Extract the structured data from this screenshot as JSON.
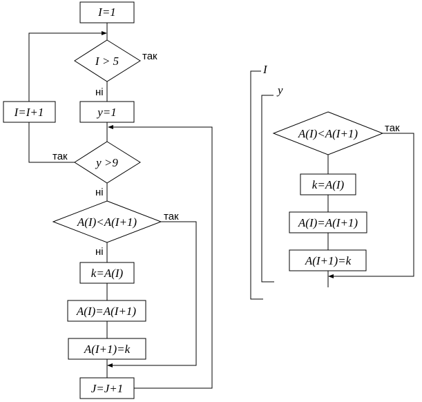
{
  "left_flowchart": {
    "init_i": "I=1",
    "cond_i": "I > 5",
    "incr_i": "I=I+1",
    "init_y": "y=1",
    "cond_y": "y >9",
    "cond_compare": "A(I)<A(I+1)",
    "assign_k": "k=A(I)",
    "assign_a": "A(I)=A(I+1)",
    "assign_a_next": "A(I+1)=k",
    "incr_j": "J=J+1",
    "yes": "так",
    "no": "ні"
  },
  "right_flowchart": {
    "loop_i": "I",
    "loop_y": "y",
    "cond_compare": "A(I)<A(I+1)",
    "assign_k": "k=A(I)",
    "assign_a": "A(I)=A(I+1)",
    "assign_a_next": "A(I+1)=k",
    "yes": "так"
  }
}
